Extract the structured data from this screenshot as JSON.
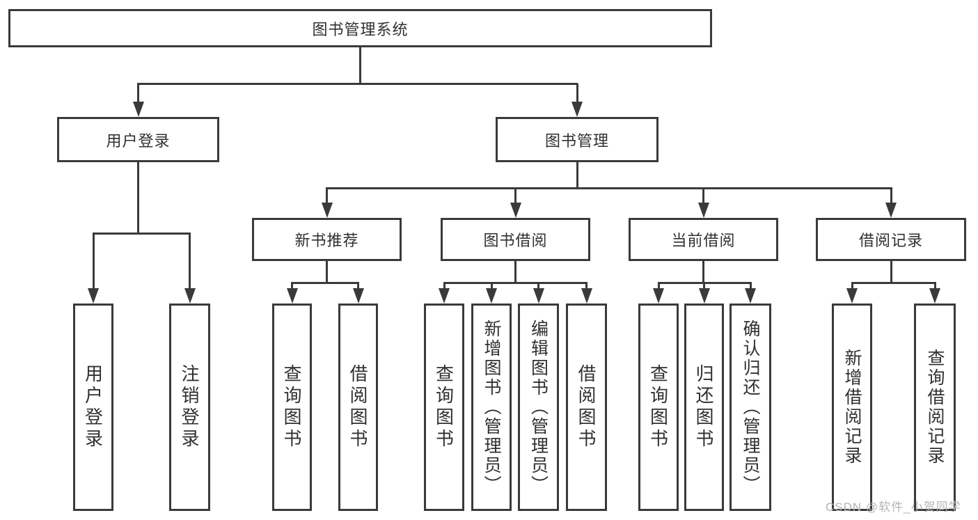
{
  "diagram": {
    "root": {
      "label": "图书管理系统"
    },
    "branches": [
      {
        "label": "用户登录",
        "children": [
          {
            "label": "用户登录"
          },
          {
            "label": "注销登录"
          }
        ]
      },
      {
        "label": "图书管理",
        "children": [
          {
            "label": "新书推荐",
            "children": [
              {
                "label": "查询图书"
              },
              {
                "label": "借阅图书"
              }
            ]
          },
          {
            "label": "图书借阅",
            "children": [
              {
                "label": "查询图书"
              },
              {
                "label": "新增图书（管理员）"
              },
              {
                "label": "编辑图书（管理员）"
              },
              {
                "label": "借阅图书"
              }
            ]
          },
          {
            "label": "当前借阅",
            "children": [
              {
                "label": "查询图书"
              },
              {
                "label": "归还图书"
              },
              {
                "label": "确认归还（管理员）"
              }
            ]
          },
          {
            "label": "借阅记录",
            "children": [
              {
                "label": "新增借阅记录"
              },
              {
                "label": "查询借阅记录"
              }
            ]
          }
        ]
      }
    ]
  },
  "watermark": {
    "text": "CSDN @软件_小贺同学"
  },
  "colors": {
    "line": "#3a3a3a",
    "text": "#303030",
    "watermark": "#b5b5b5",
    "background": "#ffffff"
  }
}
